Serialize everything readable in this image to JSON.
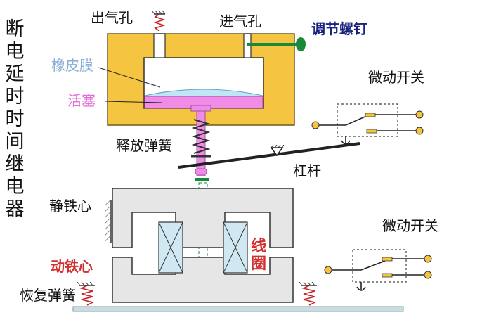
{
  "title": "断电延时时间继电器",
  "labels": {
    "exhaust_hole": "出气孔",
    "intake_hole": "进气孔",
    "adjust_screw": "调节螺钉",
    "rubber_membrane": "橡皮膜",
    "piston": "活塞",
    "micro_switch_top": "微动开关",
    "release_spring": "释放弹簧",
    "lever": "杠杆",
    "static_core": "静铁心",
    "micro_switch_bottom": "微动开关",
    "moving_core": "动铁心",
    "coil": "线圈",
    "return_spring": "恢复弹簧"
  },
  "colors": {
    "chamber": "#f5c542",
    "piston": "#f08ce8",
    "screw": "#1a8a3a",
    "title_blue": "#1a237e",
    "membrane_label": "#8aaed6",
    "piston_label": "#e46fd6",
    "red_label": "#d32f2f",
    "core": "#e6e6e6",
    "base": "#c8dde0"
  }
}
